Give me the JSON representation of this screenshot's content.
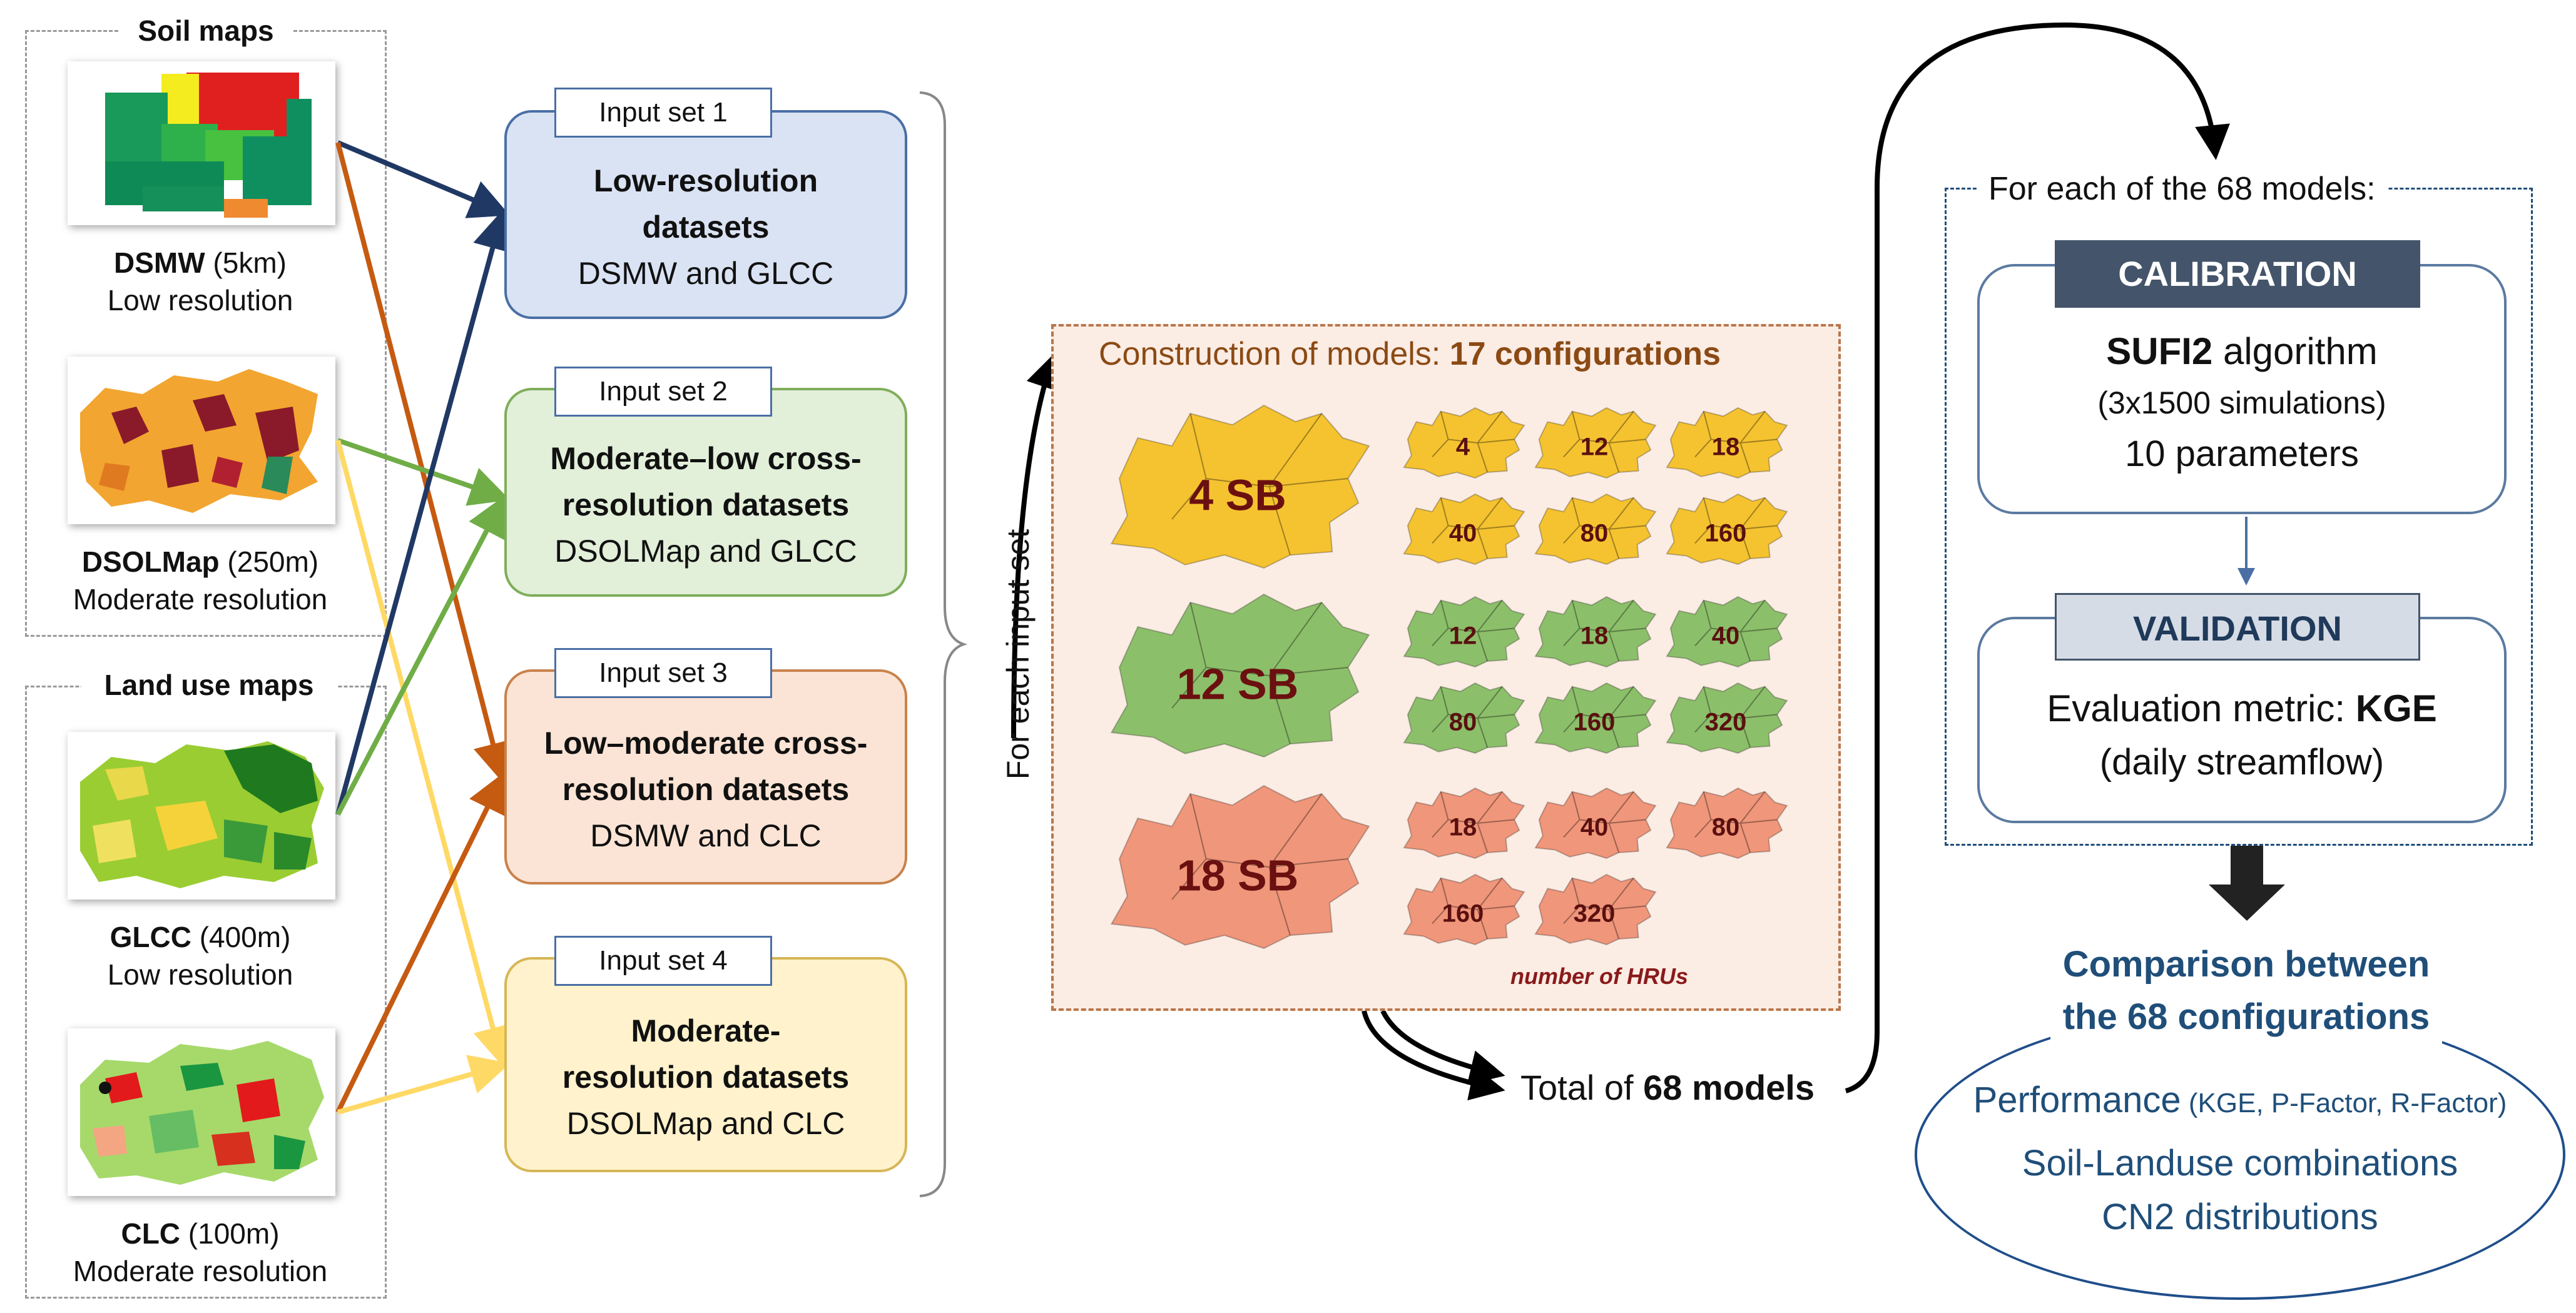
{
  "soil_maps": {
    "title": "Soil maps",
    "dsmw": {
      "name": "DSMW",
      "res": " (5km)",
      "quality": "Low resolution"
    },
    "dsolmap": {
      "name": "DSOLMap",
      "res": " (250m)",
      "quality": "Moderate resolution"
    }
  },
  "landuse_maps": {
    "title": "Land use maps",
    "glcc": {
      "name": "GLCC",
      "res": " (400m)",
      "quality": "Low resolution"
    },
    "clc": {
      "name": "CLC",
      "res": " (100m)",
      "quality": "Moderate resolution"
    }
  },
  "input_sets": [
    {
      "tag": "Input set 1",
      "line1": "Low-resolution",
      "line2": "datasets",
      "line3": "DSMW and GLCC",
      "fill": "#dae3f3",
      "border": "#4a6fa5"
    },
    {
      "tag": "Input set 2",
      "line1": "Moderate–low cross-",
      "line2": "resolution datasets",
      "line3": "DSOLMap and GLCC",
      "fill": "#e2efd9",
      "border": "#7fae5a"
    },
    {
      "tag": "Input set 3",
      "line1": "Low–moderate cross-",
      "line2": "resolution datasets",
      "line3": "DSMW and CLC",
      "fill": "#fbe4d5",
      "border": "#c8824c"
    },
    {
      "tag": "Input set 4",
      "line1": "Moderate-",
      "line2": "resolution datasets",
      "line3": "DSOLMap and CLC",
      "fill": "#fff2cc",
      "border": "#d6b656"
    }
  ],
  "for_each_label": "For each input set",
  "construction": {
    "title_prefix": "Construction of models: ",
    "title_bold": "17 configurations",
    "rows": [
      {
        "sb": "4 SB",
        "fill": "#f5c330",
        "hrus": [
          "4",
          "12",
          "18",
          "40",
          "80",
          "160"
        ]
      },
      {
        "sb": "12 SB",
        "fill": "#8cbf6a",
        "hrus": [
          "12",
          "18",
          "40",
          "80",
          "160",
          "320"
        ]
      },
      {
        "sb": "18 SB",
        "fill": "#f0967a",
        "hrus": [
          "18",
          "40",
          "80",
          "160",
          "320"
        ]
      }
    ],
    "hru_caption": "number of HRUs"
  },
  "total": {
    "prefix": "Total of ",
    "bold": "68 models"
  },
  "workflow": {
    "header": "For each of the 68 models:",
    "calibration": {
      "bar": "CALIBRATION",
      "line1_bold": "SUFI2",
      "line1_rest": " algorithm",
      "line2": "(3x1500 simulations)",
      "line3": "10 parameters"
    },
    "validation": {
      "bar": "VALIDATION",
      "line1_prefix": "Evaluation metric: ",
      "line1_bold": "KGE",
      "line2": "(daily streamflow)"
    }
  },
  "comparison": {
    "line1": "Comparison between",
    "line2": "the 68 configurations",
    "perf_big": "Performance",
    "perf_small": " (KGE, P-Factor, R-Factor)",
    "item2": "Soil-Landuse combinations",
    "item3": "CN2 distributions"
  },
  "colors": {
    "calibration_bar": "#44546a",
    "validation_bar": "#d6dce5",
    "comparison_text": "#1f4e79",
    "arrow_navy": "#203864",
    "arrow_orange": "#c55a11",
    "arrow_green": "#70ad47",
    "arrow_yellow": "#ffd966"
  }
}
